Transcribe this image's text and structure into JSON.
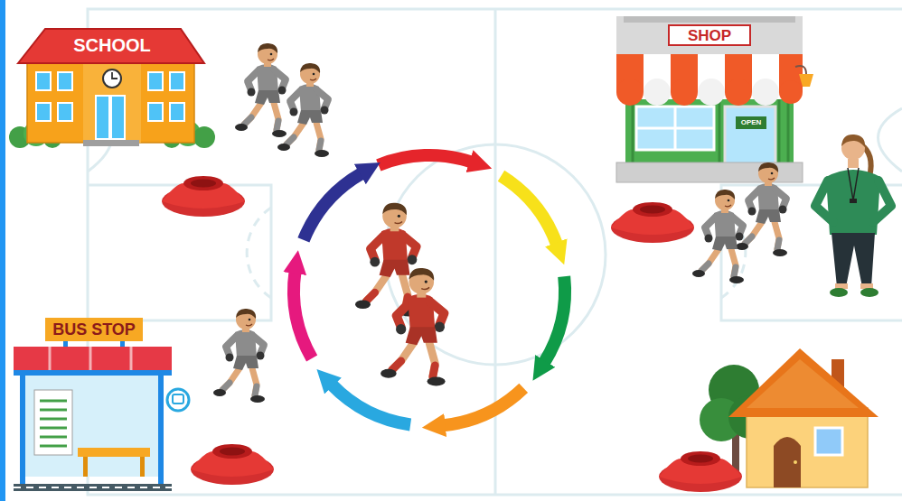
{
  "diagram": {
    "labels": [
      "SCHOOL",
      "SHOP",
      "OPEN",
      "BUS STOP"
    ]
  }
}
